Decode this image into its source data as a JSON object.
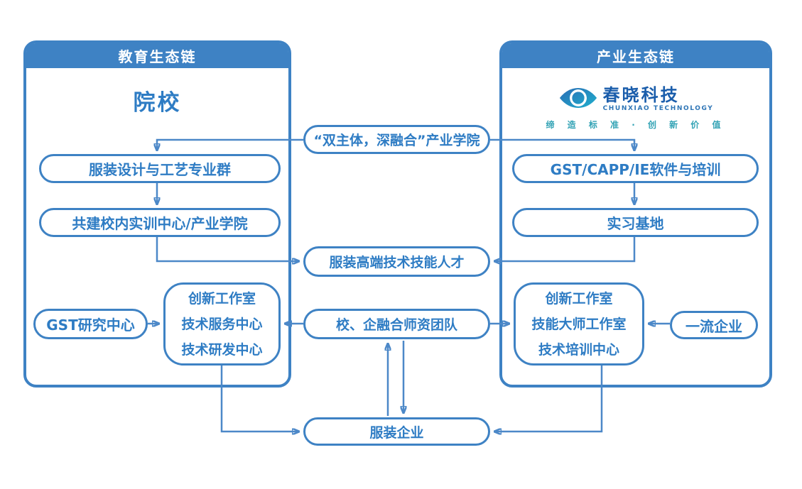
{
  "diagram": {
    "colors": {
      "primary_blue": "#3e82c4",
      "connector_blue": "#4c88c8",
      "text_blue": "#2e7cc4",
      "header_text": "#ffffff",
      "logo_dark_blue": "#1a5dab",
      "logo_en_blue": "#2e75b6",
      "tagline_teal": "#33a3b5",
      "icon_gradient_start": "#2a6cb5",
      "icon_gradient_end": "#1fb0cd"
    },
    "left_chain": {
      "header": "教育生态链",
      "title": "院校",
      "pill_major_group": "服装设计与工艺专业群",
      "pill_training_center": "共建校内实训中心/产业学院",
      "center_box_lines": [
        "创新工作室",
        "技术服务中心",
        "技术研发中心"
      ],
      "side_pill": "GST研究中心"
    },
    "right_chain": {
      "header": "产业生态链",
      "logo": {
        "name": "春晓科技",
        "subtitle": "CHUNXIAO TECHNOLOGY",
        "tagline": "缔 造 标 准 · 创 新 价 值"
      },
      "pill_software_training": "GST/CAPP/IE软件与培训",
      "pill_internship_base": "实习基地",
      "center_box_lines": [
        "创新工作室",
        "技能大师工作室",
        "技术培训中心"
      ],
      "side_pill": "一流企业"
    },
    "middle": {
      "top_pill": "“双主体，深融合”产业学院",
      "talent_pill": "服装高端技术技能人才",
      "team_pill": "校、企融合师资团队",
      "bottom_pill": "服装企业"
    }
  }
}
